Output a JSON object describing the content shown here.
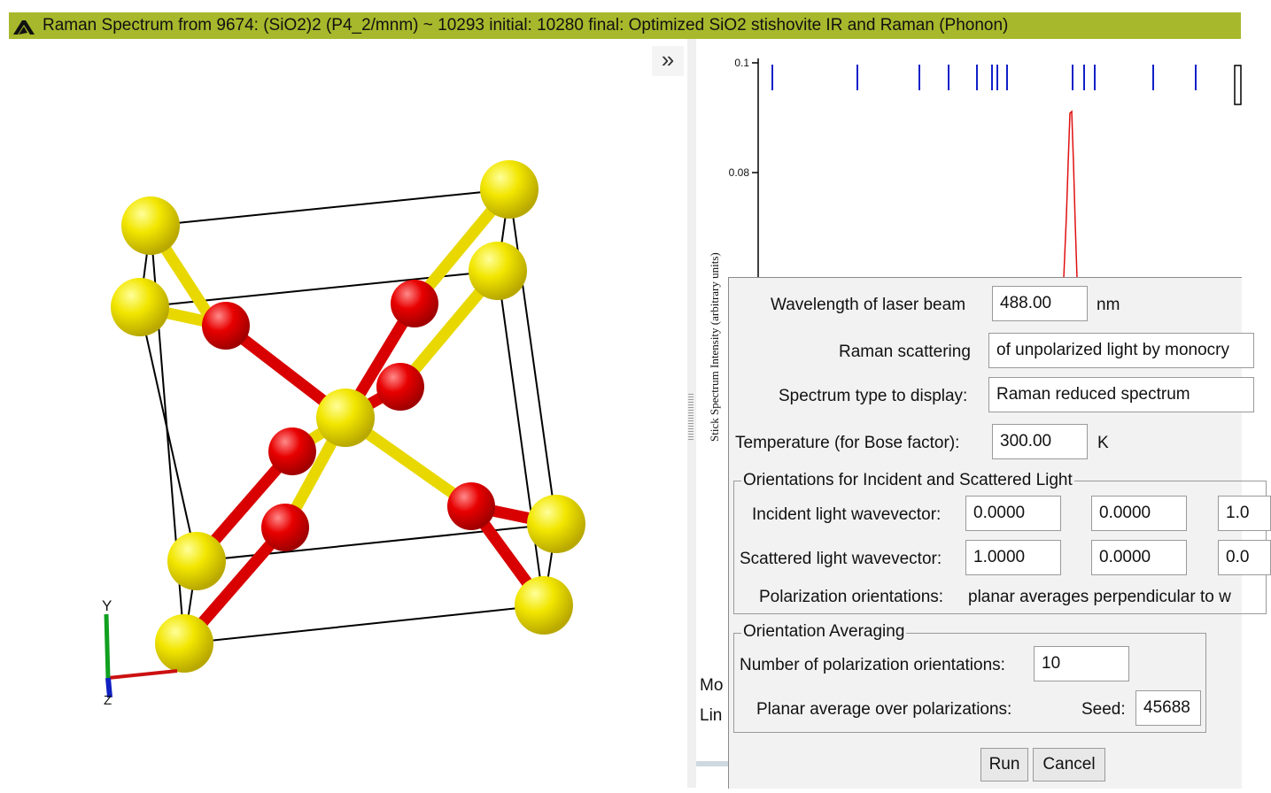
{
  "window": {
    "title": "Raman Spectrum from 9674: (SiO2)2  (P4_2/mnm) ~ 10293 initial: 10280 final: Optimized SiO2 stishovite IR and Raman (Phonon)"
  },
  "viewer": {
    "collapse_glyph": "»",
    "axis_y_label": "Y",
    "axis_z_label": "Z"
  },
  "chart_data": {
    "type": "bar",
    "ylabel": "Stick Spectrum Intensity (arbitrary units)",
    "ytick_labels": [
      "0.1",
      "0.08"
    ],
    "peak_color": "#e01010",
    "stick_color": "#1020c8"
  },
  "behind_labels": {
    "label1": "Mo",
    "label2": "Lin"
  },
  "dialog": {
    "wavelength_label": "Wavelength of laser beam",
    "wavelength_value": "488.00",
    "wavelength_unit": "nm",
    "raman_label": "Raman scattering",
    "raman_value": "of unpolarized light by monocry",
    "spectrum_label": "Spectrum type to display:",
    "spectrum_value": "Raman reduced spectrum",
    "temp_label": "Temperature (for Bose factor):",
    "temp_value": "300.00",
    "temp_unit": "K",
    "orient_group_title": "Orientations for Incident and Scattered Light",
    "incident_label": "Incident light wavevector:",
    "incident_values": [
      "0.0000",
      "0.0000",
      "1.0"
    ],
    "scattered_label": "Scattered light wavevector:",
    "scattered_values": [
      "1.0000",
      "0.0000",
      "0.0"
    ],
    "polar_label": "Polarization orientations:",
    "polar_value": "planar averages perpendicular to w",
    "avg_group_title": "Orientation Averaging",
    "num_orient_label": "Number of polarization orientations:",
    "num_orient_value": "10",
    "planar_label": "Planar average over polarizations:",
    "seed_label": "Seed:",
    "seed_value": "45688",
    "run_label": "Run",
    "cancel_label": "Cancel"
  }
}
